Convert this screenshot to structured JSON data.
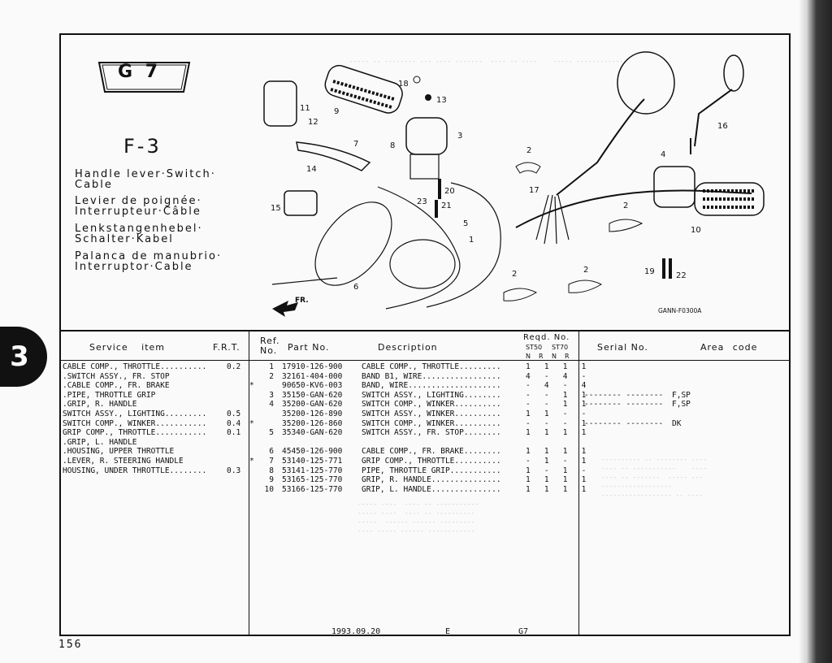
{
  "section_tab": "3",
  "header": {
    "group_badge": "G 7",
    "figure": "F-3",
    "descriptions": [
      [
        "Handle lever·Switch·",
        "Cable"
      ],
      [
        "Levier de poignée·",
        "Interrupteur·Câble"
      ],
      [
        "Lenkstangenhebel·",
        "Schalter·Kabel"
      ],
      [
        "Palanca de manubrio·",
        "Interruptor·Cable"
      ]
    ]
  },
  "diagram": {
    "code": "GANN-F0300A",
    "direction_label": "FR.",
    "callouts": [
      "1",
      "2",
      "2",
      "2",
      "2",
      "3",
      "4",
      "5",
      "6",
      "7",
      "8",
      "9",
      "10",
      "11",
      "12",
      "13",
      "14",
      "15",
      "16",
      "17",
      "18",
      "19",
      "20",
      "21",
      "22",
      "23"
    ]
  },
  "table": {
    "headers": {
      "service_item": "Service item",
      "frt": "F.R.T.",
      "ref_no": "Ref. No.",
      "part_no": "Part No.",
      "description": "Description",
      "reqd_no": "Reqd. No.",
      "model_1": "ST50",
      "model_2": "ST70",
      "sub": [
        "N",
        "R",
        "N",
        "R"
      ],
      "serial_no": "Serial No.",
      "area_code": "Area code"
    },
    "service_items": [
      {
        "item": "CABLE COMP., THROTTLE..........",
        "frt": "0.2"
      },
      {
        "item": ".SWITCH ASSY., FR. STOP",
        "frt": ""
      },
      {
        "item": ".CABLE COMP., FR. BRAKE",
        "frt": ""
      },
      {
        "item": ".PIPE, THROTTLE GRIP",
        "frt": ""
      },
      {
        "item": ".GRIP, R. HANDLE",
        "frt": ""
      },
      {
        "item": "SWITCH ASSY., LIGHTING.........",
        "frt": "0.5"
      },
      {
        "item": "SWITCH COMP., WINKER...........",
        "frt": "0.4"
      },
      {
        "item": "GRIP COMP., THROTTLE...........",
        "frt": "0.1"
      },
      {
        "item": ".GRIP, L. HANDLE",
        "frt": ""
      },
      {
        "item": ".HOUSING, UPPER THROTTLE",
        "frt": ""
      },
      {
        "item": ".LEVER, R. STEERING HANDLE",
        "frt": ""
      },
      {
        "item": "HOUSING, UNDER THROTTLE........",
        "frt": "0.3"
      }
    ],
    "parts": [
      {
        "mark": "",
        "ref": "1",
        "part": "17910-126-900",
        "desc": "CABLE COMP., THROTTLE.........",
        "qty": "1   1   1   1",
        "serial": "",
        "area": ""
      },
      {
        "mark": "",
        "ref": "2",
        "part": "32161-404-000",
        "desc": "BAND B1, WIRE.................",
        "qty": "4   -   4   -",
        "serial": "",
        "area": ""
      },
      {
        "mark": "*",
        "ref": "",
        "part": "90650-KV6-003",
        "desc": "BAND, WIRE....................",
        "qty": "-   4   -   4",
        "serial": "",
        "area": ""
      },
      {
        "mark": "",
        "ref": "3",
        "part": "35150-GAN-620",
        "desc": "SWITCH ASSY., LIGHTING........",
        "qty": "-   -   1   1",
        "serial": "-------- --------",
        "area": "F,SP"
      },
      {
        "mark": "",
        "ref": "4",
        "part": "35200-GAN-620",
        "desc": "SWITCH COMP., WINKER..........",
        "qty": "-   -   1   1",
        "serial": "-------- --------",
        "area": "F,SP"
      },
      {
        "mark": "",
        "ref": "",
        "part": "35200-126-890",
        "desc": "SWITCH ASSY., WINKER..........",
        "qty": "1   1   -   -",
        "serial": "",
        "area": ""
      },
      {
        "mark": "*",
        "ref": "",
        "part": "35200-126-860",
        "desc": "SWITCH COMP., WINKER..........",
        "qty": "-   -   -   1",
        "serial": "-------- --------",
        "area": "DK"
      },
      {
        "mark": "",
        "ref": "5",
        "part": "35340-GAN-620",
        "desc": "SWITCH ASSY., FR. STOP........",
        "qty": "1   1   1   1",
        "serial": "",
        "area": ""
      },
      {
        "mark": "",
        "ref": "",
        "part": "",
        "desc": "",
        "qty": "",
        "serial": "",
        "area": ""
      },
      {
        "mark": "",
        "ref": "6",
        "part": "45450-126-900",
        "desc": "CABLE COMP., FR. BRAKE........",
        "qty": "1   1   1   1",
        "serial": "",
        "area": ""
      },
      {
        "mark": "*",
        "ref": "7",
        "part": "53140-125-771",
        "desc": "GRIP COMP., THROTTLE..........",
        "qty": "-   1   -   1",
        "serial": "",
        "area": ""
      },
      {
        "mark": "",
        "ref": "8",
        "part": "53141-125-770",
        "desc": "PIPE, THROTTLE GRIP...........",
        "qty": "1   -   1   -",
        "serial": "",
        "area": ""
      },
      {
        "mark": "",
        "ref": "9",
        "part": "53165-125-770",
        "desc": "GRIP, R. HANDLE...............",
        "qty": "1   1   1   1",
        "serial": "",
        "area": ""
      },
      {
        "mark": "",
        "ref": "10",
        "part": "53166-125-770",
        "desc": "GRIP, L. HANDLE...............",
        "qty": "1   1   1   1",
        "serial": "",
        "area": ""
      }
    ]
  },
  "footer": {
    "date": "1993.09.20",
    "edition": "E",
    "group": "G7"
  },
  "page_number": "156"
}
